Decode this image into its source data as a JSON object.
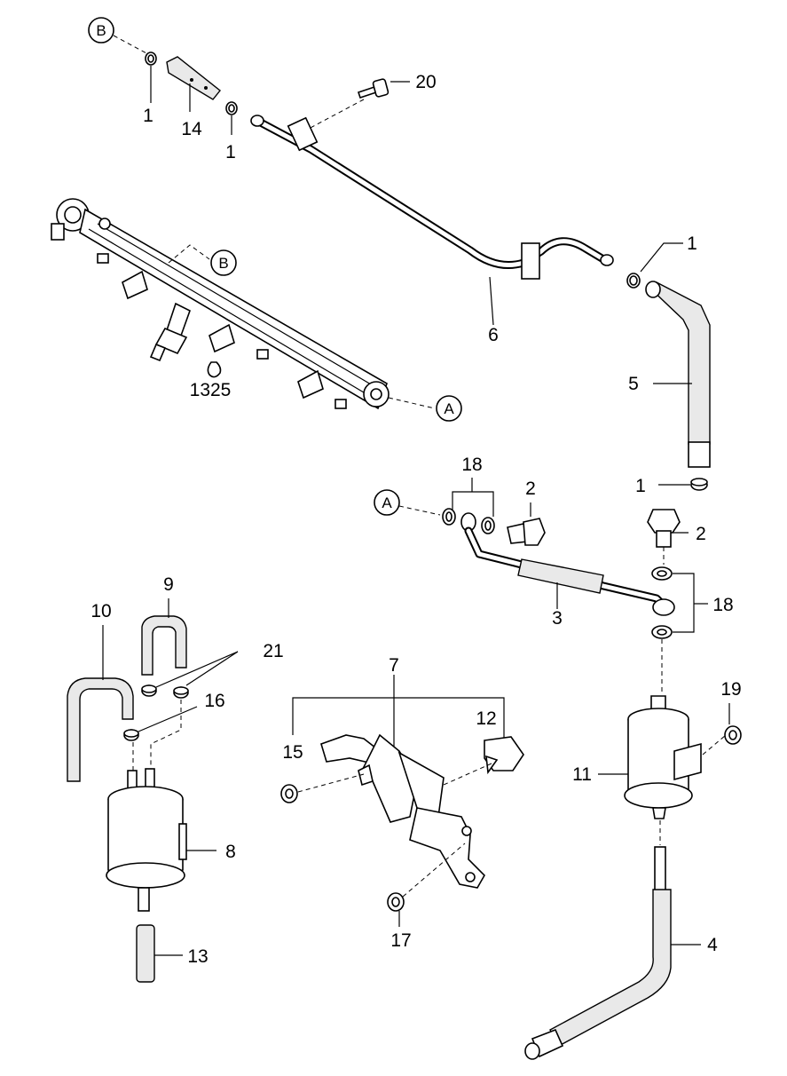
{
  "refs": {
    "b": "B",
    "a": "A"
  },
  "labels": {
    "p1": "1",
    "p2": "2",
    "p3": "3",
    "p4": "4",
    "p5": "5",
    "p6": "6",
    "p7": "7",
    "p8": "8",
    "p9": "9",
    "p10": "10",
    "p11": "11",
    "p12": "12",
    "p13": "13",
    "p14": "14",
    "p15": "15",
    "p16": "16",
    "p17": "17",
    "p18": "18",
    "p19": "19",
    "p20": "20",
    "p21": "21",
    "p1325": "1325"
  }
}
